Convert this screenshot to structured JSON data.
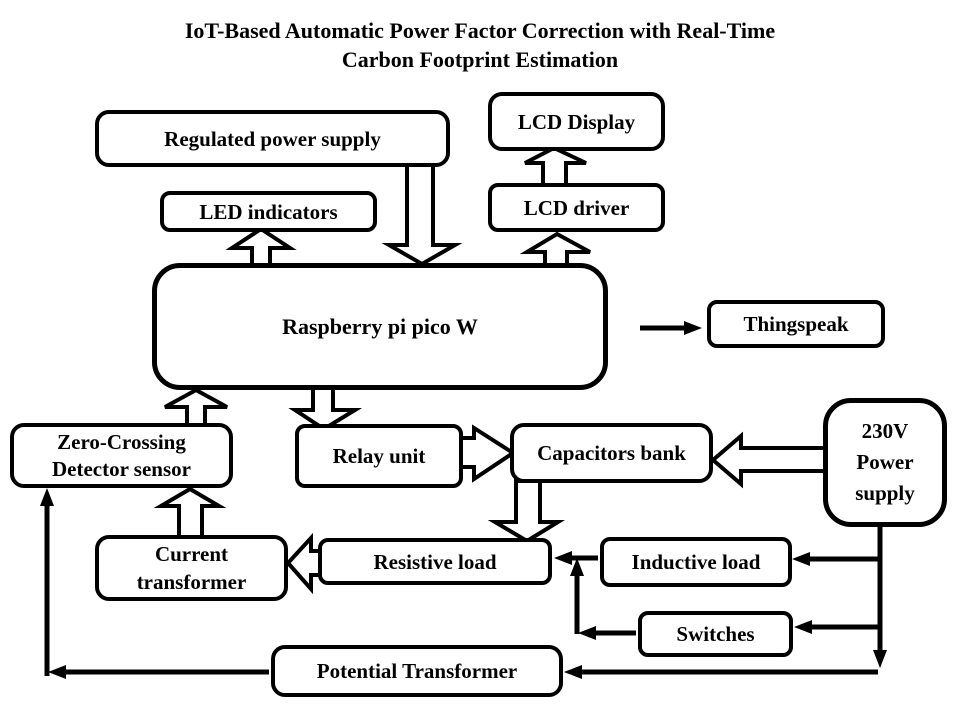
{
  "title": {
    "line1": "IoT-Based Automatic Power Factor Correction with Real-Time",
    "line2": "Carbon Footprint Estimation"
  },
  "blocks": {
    "regulated_power_supply": {
      "label": "Regulated power supply"
    },
    "lcd_display": {
      "label": "LCD Display"
    },
    "led_indicators": {
      "label": "LED indicators"
    },
    "lcd_driver": {
      "label": "LCD driver"
    },
    "raspberry_pi": {
      "label": "Raspberry pi pico W"
    },
    "thingspeak": {
      "label": "Thingspeak"
    },
    "zero_crossing": {
      "line1": "Zero-Crossing",
      "line2": "Detector sensor"
    },
    "relay_unit": {
      "label": "Relay unit"
    },
    "capacitors_bank": {
      "label": "Capacitors bank"
    },
    "power_supply_230v": {
      "line1": "230V",
      "line2": "Power",
      "line3": "supply"
    },
    "current_transformer": {
      "line1": "Current",
      "line2": "transformer"
    },
    "resistive_load": {
      "label": "Resistive load"
    },
    "inductive_load": {
      "label": "Inductive load"
    },
    "switches": {
      "label": "Switches"
    },
    "potential_transformer": {
      "label": "Potential Transformer"
    }
  },
  "colors": {
    "line": "#000000",
    "box_fill": "#ffffff",
    "background": "#ffffff",
    "text": "#000000"
  }
}
